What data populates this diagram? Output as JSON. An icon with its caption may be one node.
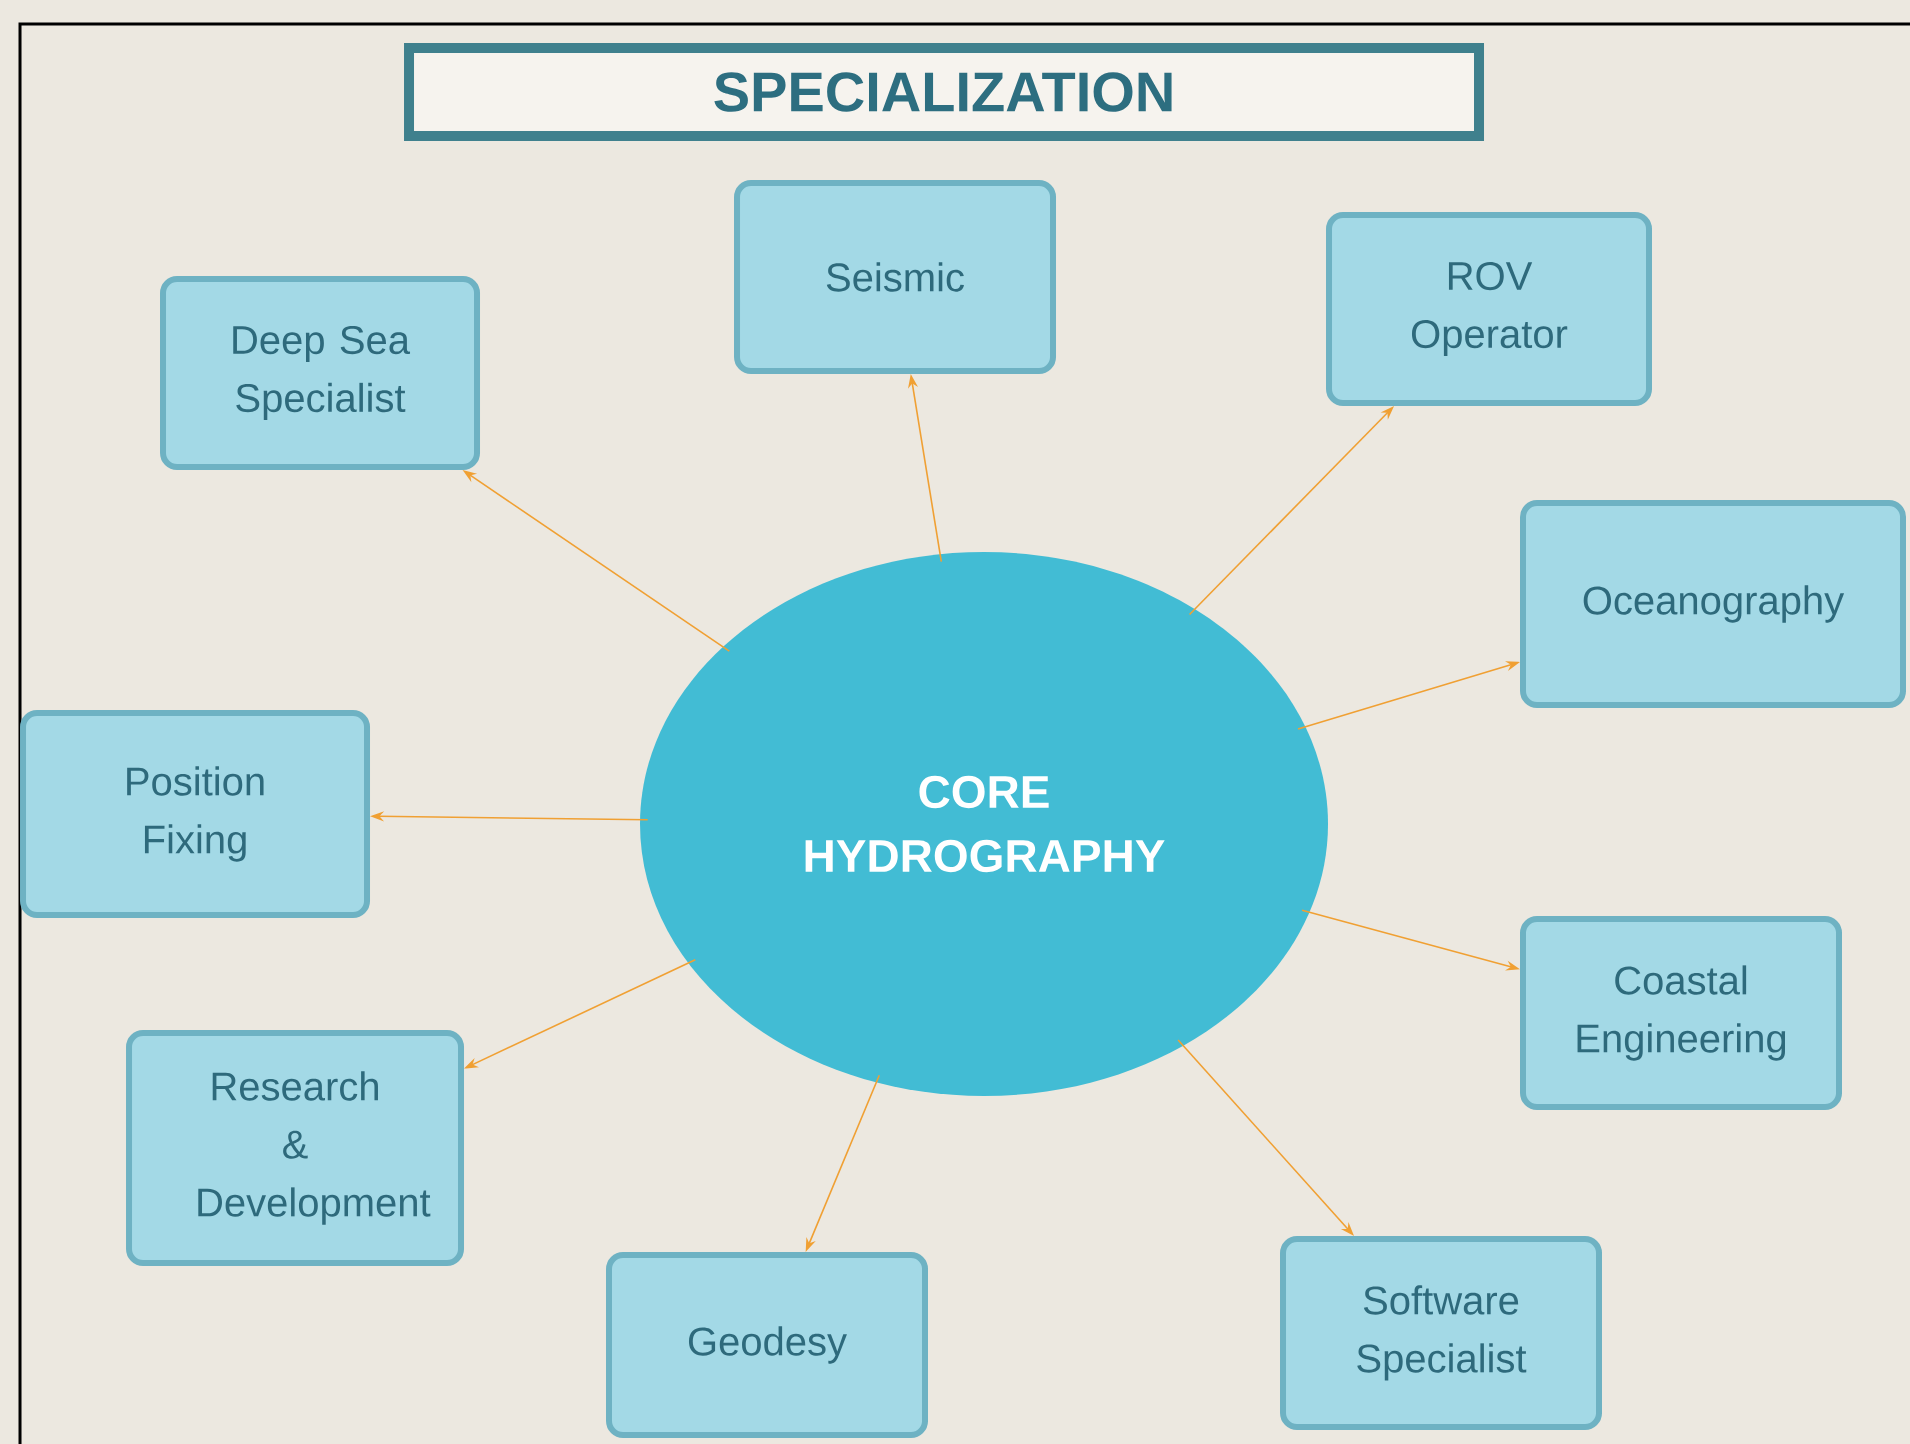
{
  "diagram": {
    "title": "SPECIALIZATION",
    "nodes": [
      {
        "text": [
          "Seismic"
        ]
      },
      {
        "text": [
          "ROV Operator"
        ]
      },
      {
        "text": [
          "Deep Sea Specialist"
        ]
      },
      {
        "text": [
          "Oceanography"
        ]
      },
      {
        "text": [
          "Position Fixing"
        ]
      },
      {
        "text": [
          "CORE HYDROGRAPHY"
        ]
      },
      {
        "text": [
          "Coastal Engineering"
        ]
      },
      {
        "text": [
          "Research & Development"
        ]
      },
      {
        "text": [
          "Software Specialist"
        ]
      },
      {
        "text": [
          "Geodesy"
        ]
      }
    ],
    "edges": [
      {
        "from": 5,
        "to": 0,
        "arrow": "to"
      },
      {
        "from": 5,
        "to": 1,
        "arrow": "to"
      },
      {
        "from": 5,
        "to": 2,
        "arrow": "to"
      },
      {
        "from": 5,
        "to": 3,
        "arrow": "to"
      },
      {
        "from": 5,
        "to": 4,
        "arrow": "to"
      },
      {
        "from": 5,
        "to": 6,
        "arrow": "to"
      },
      {
        "from": 5,
        "to": 7,
        "arrow": "to"
      },
      {
        "from": 5,
        "to": 8,
        "arrow": "to"
      },
      {
        "from": 5,
        "to": 9,
        "arrow": "to"
      }
    ]
  }
}
